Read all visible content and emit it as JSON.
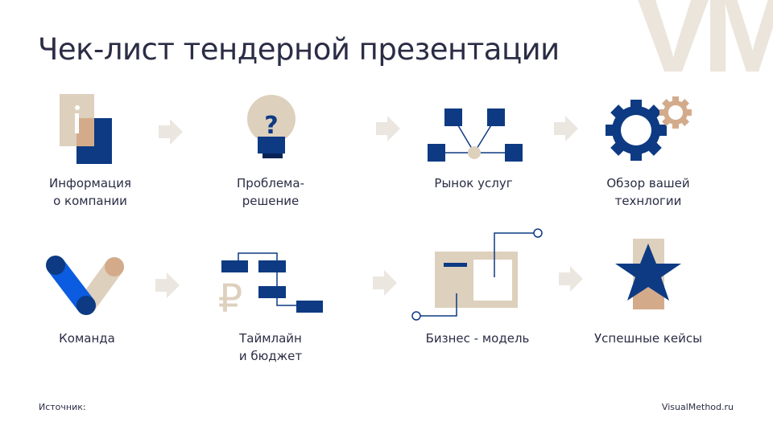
{
  "logo": "VM",
  "title": "Чек-лист тендерной презентации",
  "steps": [
    {
      "line1": "Информация",
      "line2": "о компании",
      "icon": "info-documents-icon"
    },
    {
      "line1": "Проблема-",
      "line2": "решение",
      "icon": "question-bulb-icon"
    },
    {
      "line1": "Рынок услуг",
      "line2": "",
      "icon": "network-icon"
    },
    {
      "line1": "Обзор вашей",
      "line2": "технлогии",
      "icon": "gears-icon"
    },
    {
      "line1": "Команда",
      "line2": "",
      "icon": "team-check-icon"
    },
    {
      "line1": "Таймлайн",
      "line2": "и бюджет",
      "icon": "timeline-ruble-icon"
    },
    {
      "line1": "Бизнес - модель",
      "line2": "",
      "icon": "business-model-icon"
    },
    {
      "line1": "Успешные кейсы",
      "line2": "",
      "icon": "star-icon"
    }
  ],
  "footer": {
    "source_label": "Источник:",
    "site": "VisualMethod.ru"
  },
  "colors": {
    "navy": "#0d3a82",
    "beige": "#ddd0bd",
    "tan": "#d3ab8b",
    "arrow": "#ebe6df",
    "blue": "#0b5ce0"
  }
}
